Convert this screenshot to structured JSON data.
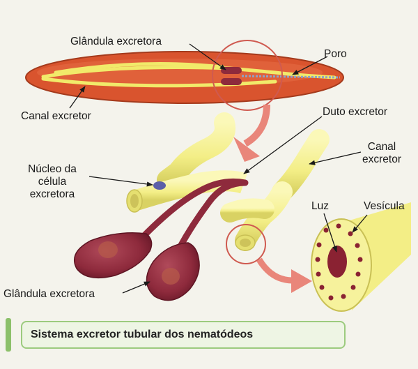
{
  "labels": {
    "glandula_top": "Glândula excretora",
    "poro": "Poro",
    "canal_left": "Canal excretor",
    "duto": "Duto excretor",
    "nucleo_line1": "Núcleo da",
    "nucleo_line2": "célula",
    "nucleo_line3": "excretora",
    "canal_right_line1": "Canal",
    "canal_right_line2": "excretor",
    "luz": "Luz",
    "vesicula": "Vesícula",
    "glandula_bottom": "Glândula excretora"
  },
  "caption": "Sistema excretor tubular dos nematódeos",
  "colors": {
    "worm_body": "#d9542e",
    "canal_yellow": "#f1ea6a",
    "duct_yellow": "#f3f08c",
    "gland": "#8e2a3c",
    "zoom_circle": "#cf5a50",
    "arrow": "#e9867a",
    "caption_border": "#9ccb7e"
  }
}
